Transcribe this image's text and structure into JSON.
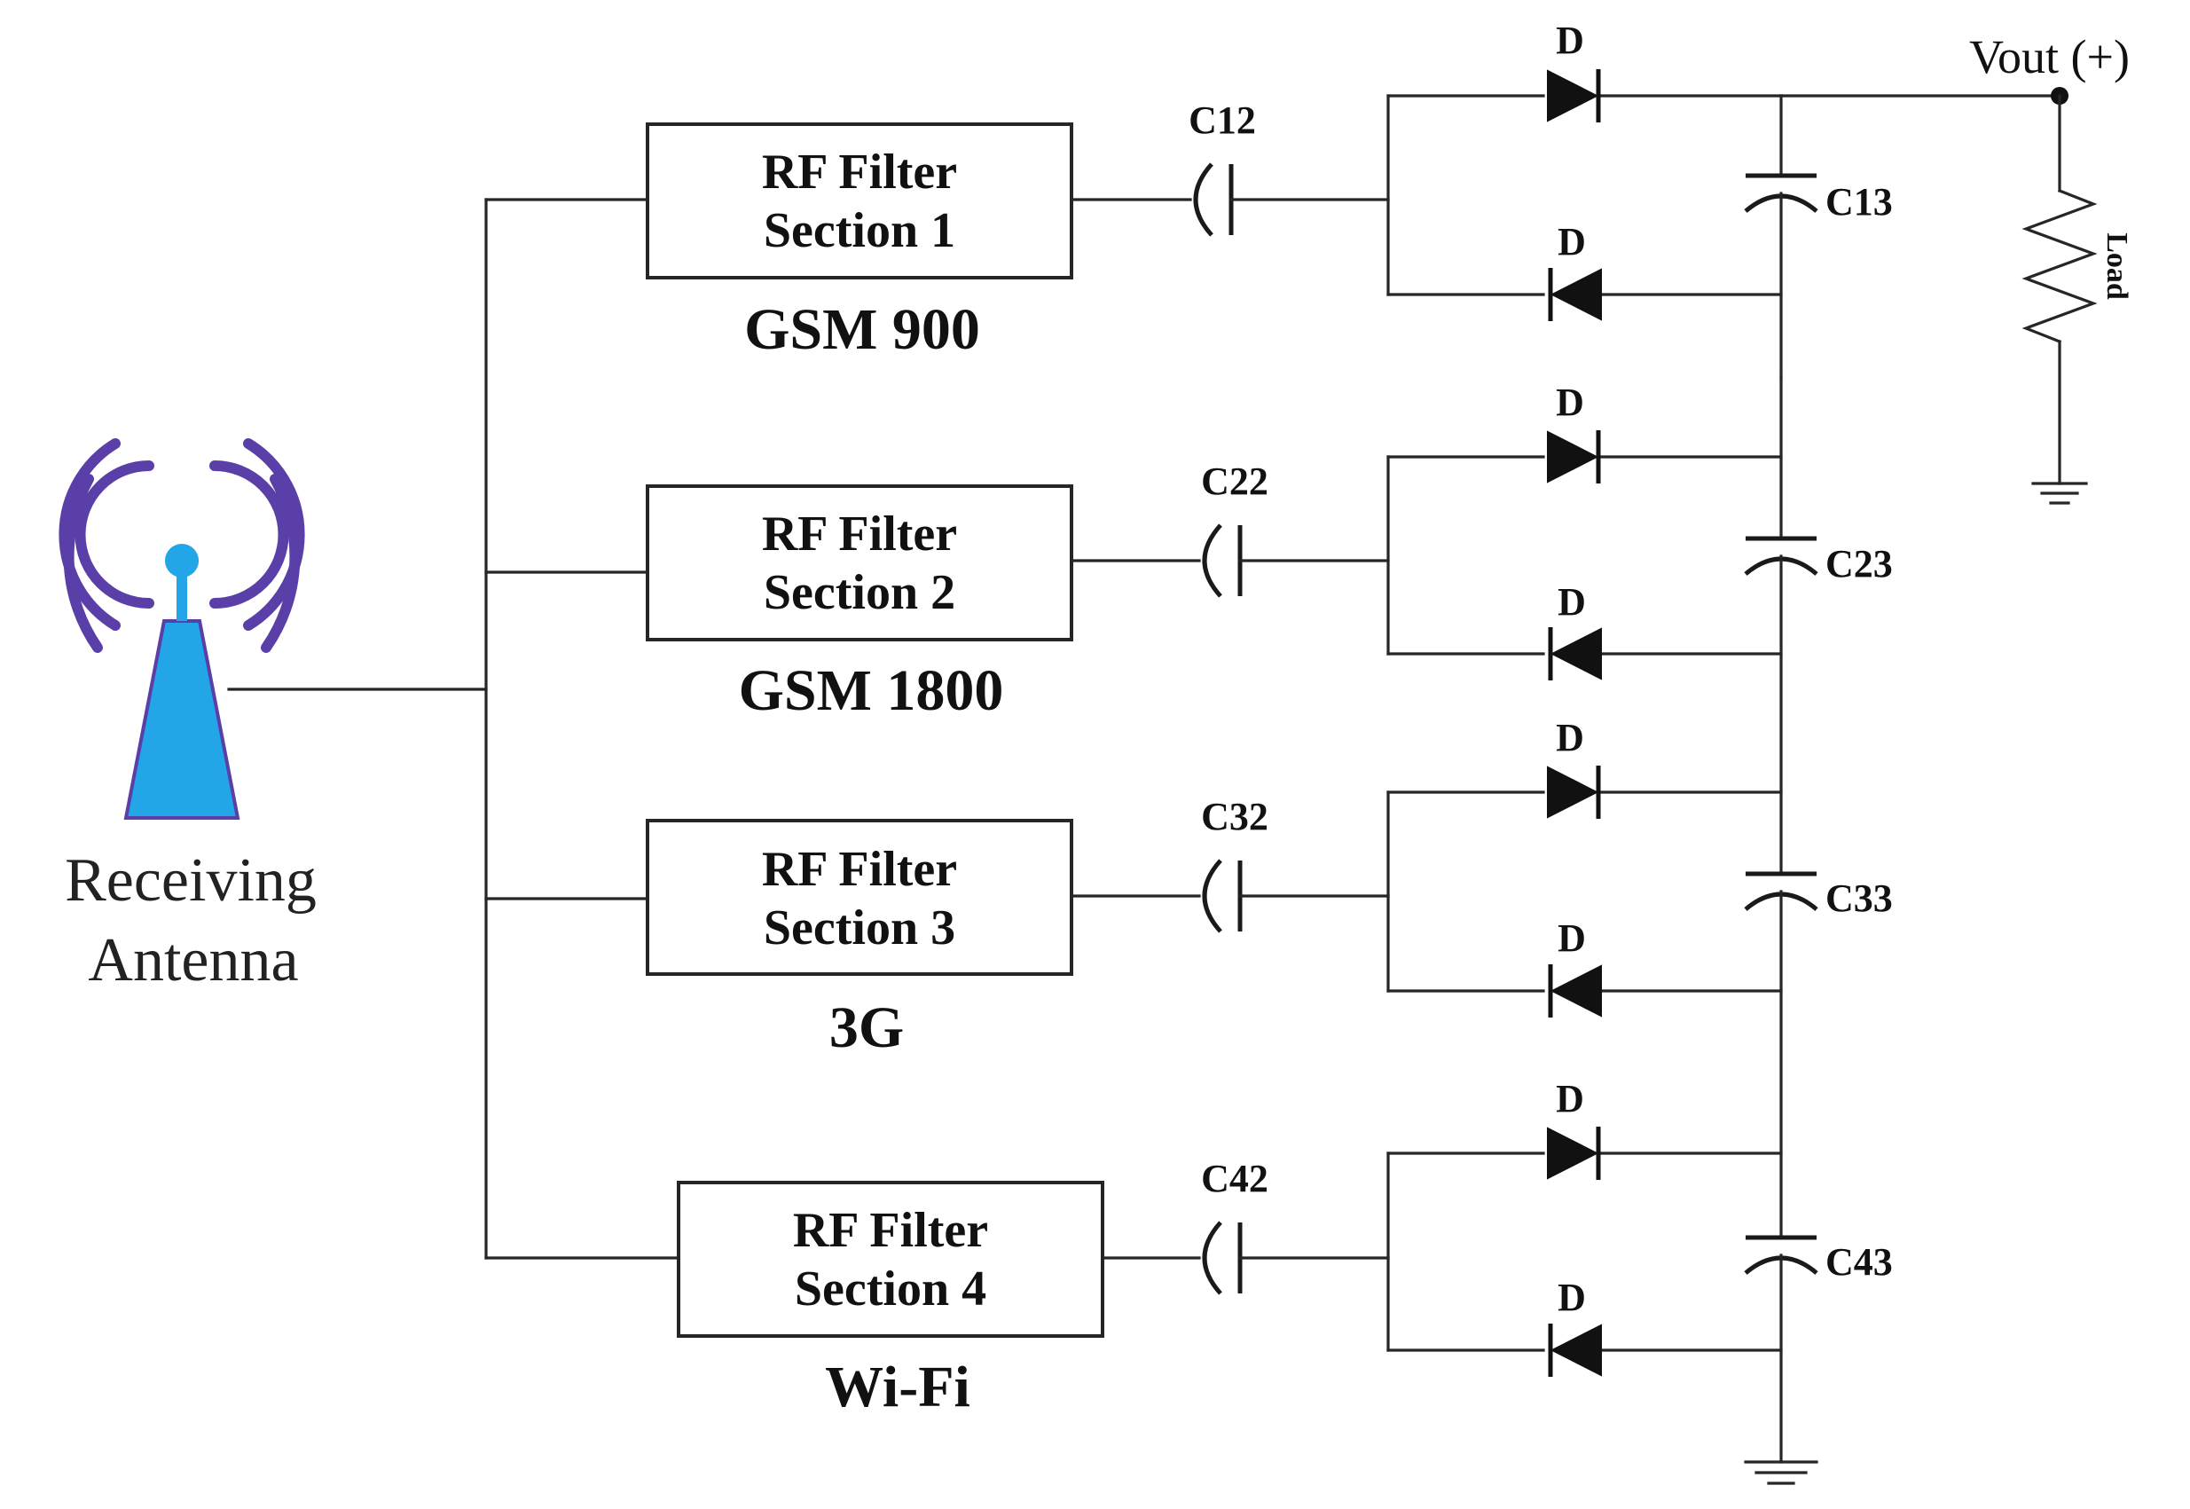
{
  "antenna": {
    "label_line1": "Receiving",
    "label_line2": "Antenna",
    "wave_color": "#5b3fa8",
    "mast_color": "#22a6e8",
    "icon": "antenna-tower-icon"
  },
  "filters": [
    {
      "line1": "RF Filter",
      "line2": "Section 1",
      "band": "GSM 900",
      "coupling_cap": "C12",
      "stack_cap": "C13"
    },
    {
      "line1": "RF Filter",
      "line2": "Section 2",
      "band": "GSM 1800",
      "coupling_cap": "C22",
      "stack_cap": "C23"
    },
    {
      "line1": "RF Filter",
      "line2": "Section 3",
      "band": "3G",
      "coupling_cap": "C32",
      "stack_cap": "C33"
    },
    {
      "line1": "RF Filter",
      "line2": "Section 4",
      "band": "Wi-Fi",
      "coupling_cap": "C42",
      "stack_cap": "C43"
    }
  ],
  "diode_label": "D",
  "output": {
    "label": "Vout (+)",
    "load_label": "Load"
  },
  "icons": [
    "diode-icon",
    "capacitor-icon",
    "resistor-icon",
    "ground-icon"
  ]
}
